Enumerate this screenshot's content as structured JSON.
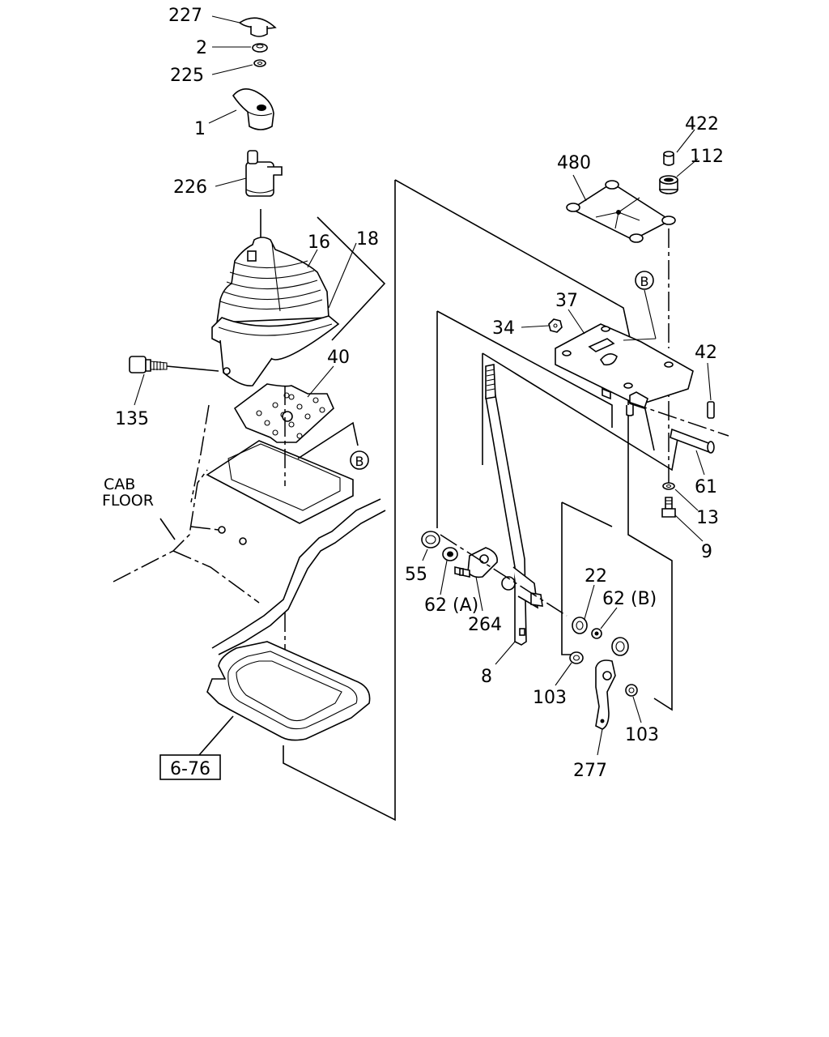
{
  "callouts": {
    "p227": "227",
    "p2": "2",
    "p225": "225",
    "p1": "1",
    "p226": "226",
    "p16": "16",
    "p18": "18",
    "p40": "40",
    "p135": "135",
    "ref_b_left": "B",
    "p480": "480",
    "p422": "422",
    "p112": "112",
    "ref_b_right": "B",
    "p37": "37",
    "p34": "34",
    "p42": "42",
    "p61": "61",
    "p13": "13",
    "p9": "9",
    "p55": "55",
    "p62a": "62 (A)",
    "p264": "264",
    "p22": "22",
    "p62b": "62 (B)",
    "p8": "8",
    "p103_left": "103",
    "p103_right": "103",
    "p277": "277"
  },
  "labels": {
    "cab": "CAB",
    "floor": "FLOOR"
  },
  "reference_box": "6-76"
}
